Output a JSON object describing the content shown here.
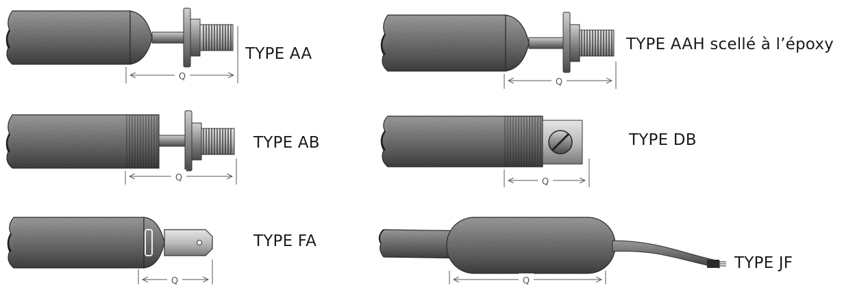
{
  "items": [
    {
      "id": "aa",
      "type_label": "TYPE AA",
      "dim_label": "Q"
    },
    {
      "id": "aah",
      "type_label": "TYPE AAH scellé à l’époxy",
      "dim_label": "Q"
    },
    {
      "id": "ab",
      "type_label": "TYPE AB",
      "dim_label": "Q"
    },
    {
      "id": "db",
      "type_label": "TYPE DB",
      "dim_label": "Q"
    },
    {
      "id": "fa",
      "type_label": "TYPE FA",
      "dim_label": "Q"
    },
    {
      "id": "jf",
      "type_label": "TYPE JF",
      "dim_label": "Q"
    }
  ],
  "colors": {
    "body": "#6f6f6f",
    "body_dark": "#3a3a3a",
    "body_light": "#b5b5b5",
    "line": "#555555",
    "text": "#1a1a1a"
  }
}
